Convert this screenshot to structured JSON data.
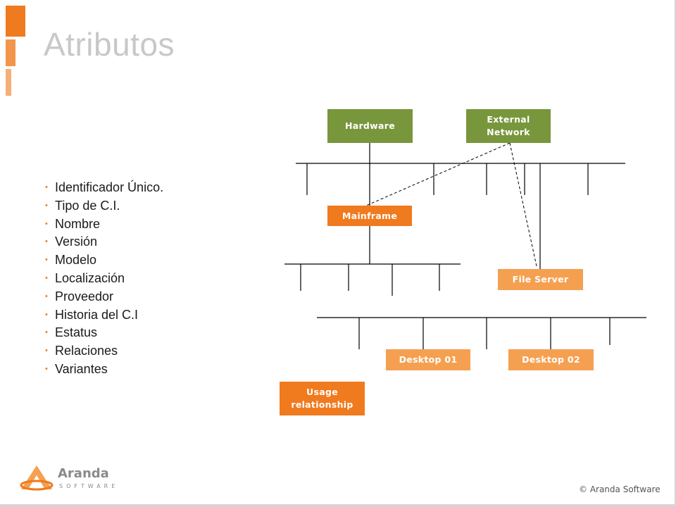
{
  "slide": {
    "title": "Atributos",
    "accent_color": "#f07a1e",
    "attributes": [
      "Identificador Único.",
      "Tipo de C.I.",
      "Nombre",
      "Versión",
      "Modelo",
      "Localización",
      "Proveedor",
      "Historia del C.I",
      "Estatus",
      "Relaciones",
      "Variantes"
    ]
  },
  "diagram": {
    "nodes": {
      "hardware": "Hardware",
      "external_network": "External\nNetwork",
      "mainframe": "Mainframe",
      "file_server": "File Server",
      "desktop_01": "Desktop 01",
      "desktop_02": "Desktop 02",
      "usage_relationship": "Usage\nrelationship"
    },
    "colors": {
      "green": "#78963c",
      "orange": "#f07a1e",
      "light_orange": "#f5a050"
    }
  },
  "footer": {
    "logo_name": "Aranda",
    "logo_sub": "SOFTWARE",
    "logo_icon": "aranda-logo-icon",
    "copyright": "© Aranda Software"
  }
}
